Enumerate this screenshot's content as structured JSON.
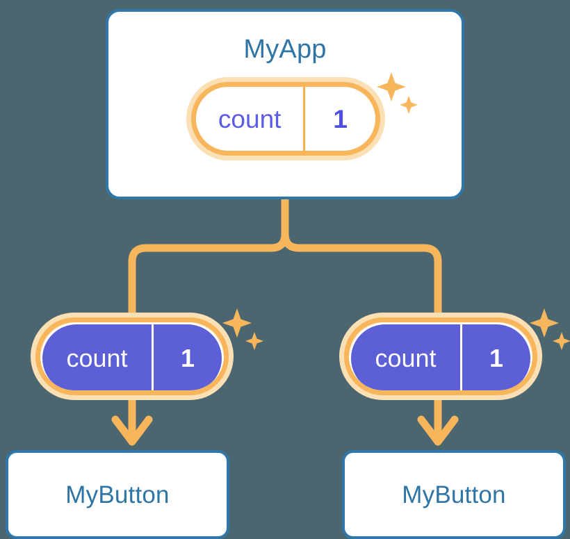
{
  "diagram": {
    "background_color": "#4c6670",
    "accent_orange": "#f8b65c",
    "accent_blue": "#2f77a8",
    "accent_indigo": "#5c5fd6",
    "root": {
      "title": "MyApp",
      "state": {
        "key": "count",
        "value": "1"
      },
      "sparkle_name": "sparkle-icon"
    },
    "children": [
      {
        "title": "MyButton",
        "state": {
          "key": "count",
          "value": "1"
        },
        "sparkle_name": "sparkle-icon"
      },
      {
        "title": "MyButton",
        "state": {
          "key": "count",
          "value": "1"
        },
        "sparkle_name": "sparkle-icon"
      }
    ]
  }
}
